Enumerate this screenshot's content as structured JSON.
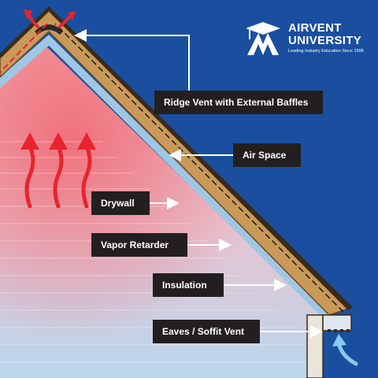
{
  "logo": {
    "line1": "AIRVENT",
    "line2": "UNIVERSITY",
    "tagline": "Leading Industry Education Since 1998"
  },
  "labels": {
    "ridge_vent": "Ridge Vent with External Baffles",
    "air_space": "Air Space",
    "drywall": "Drywall",
    "vapor_retarder": "Vapor Retarder",
    "insulation": "Insulation",
    "eaves_soffit_vent": "Eaves / Soffit Vent"
  },
  "colors": {
    "sky": "#1a4fa0",
    "roof_deck": "#c9995a",
    "warm_air": "#e8242e",
    "cool_air": "#6fb8e6",
    "label_bg": "#231f20"
  }
}
